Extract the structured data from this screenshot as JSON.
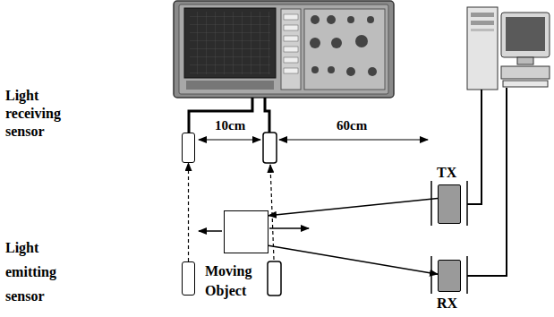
{
  "diagram": {
    "nodes": [
      {
        "text": [
          "Light receiving sensor"
        ]
      },
      {
        "text": [
          "Light emitting sensor"
        ]
      },
      {
        "text": [
          "Moving Object"
        ]
      },
      {
        "text": [
          "TX"
        ]
      },
      {
        "text": [
          "RX"
        ]
      }
    ],
    "edges": [
      {
        "from": 1,
        "to": 0,
        "arrow": "to"
      },
      {
        "from": 3,
        "to": 2,
        "arrow": "to"
      },
      {
        "from": 2,
        "to": 4,
        "arrow": "to"
      }
    ],
    "labels": [
      "10cm",
      "60cm"
    ]
  }
}
